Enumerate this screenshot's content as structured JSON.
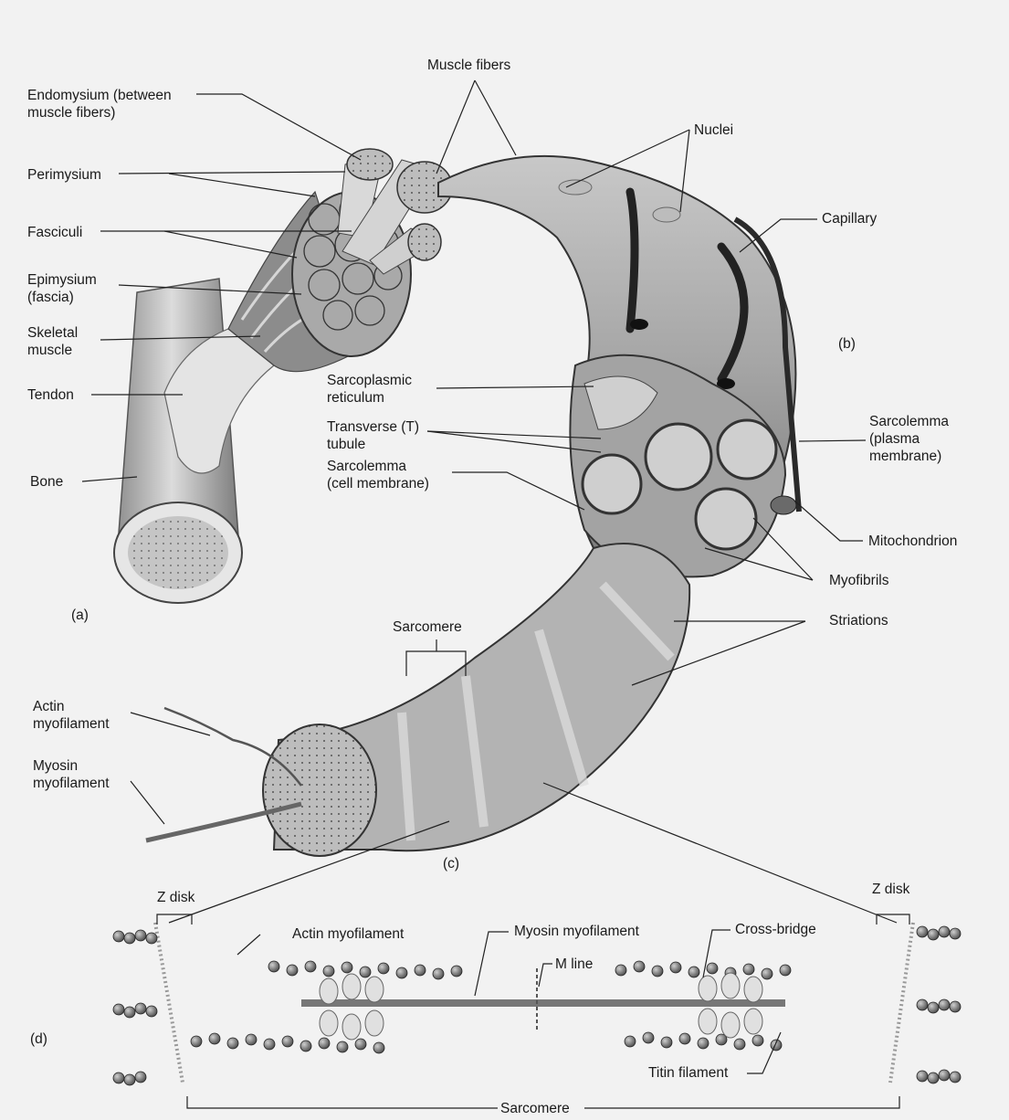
{
  "figure": {
    "panels": {
      "a": "(a)",
      "b": "(b)",
      "c": "(c)",
      "d": "(d)"
    },
    "labels": {
      "muscle_fibers": "Muscle fibers",
      "endomysium": "Endomysium (between\nmuscle fibers)",
      "perimysium": "Perimysium",
      "nuclei": "Nuclei",
      "capillary": "Capillary",
      "fasciculi": "Fasciculi",
      "epimysium": "Epimysium\n(fascia)",
      "skeletal_muscle": "Skeletal\nmuscle",
      "tendon": "Tendon",
      "bone": "Bone",
      "sarcoplasmic_reticulum": "Sarcoplasmic\nreticulum",
      "t_tubule": "Transverse (T)\ntubule",
      "sarcolemma_cell": "Sarcolemma\n(cell membrane)",
      "sarcolemma_plasma": "Sarcolemma\n(plasma\nmembrane)",
      "mitochondrion": "Mitochondrion",
      "myofibrils": "Myofibrils",
      "striations": "Striations",
      "sarcomere_c": "Sarcomere",
      "actin_myofilament": "Actin\nmyofilament",
      "myosin_myofilament": "Myosin\nmyofilament",
      "z_disk_left": "Z disk",
      "z_disk_right": "Z disk",
      "actin_d": "Actin myofilament",
      "myosin_d": "Myosin myofilament",
      "cross_bridge": "Cross-bridge",
      "m_line": "M line",
      "titin": "Titin filament",
      "sarcomere_d": "Sarcomere"
    }
  },
  "colors": {
    "leader": "#222222",
    "tissue": "#9a9a9a",
    "dark": "#3a3a3a",
    "light": "#d8d8d8"
  }
}
